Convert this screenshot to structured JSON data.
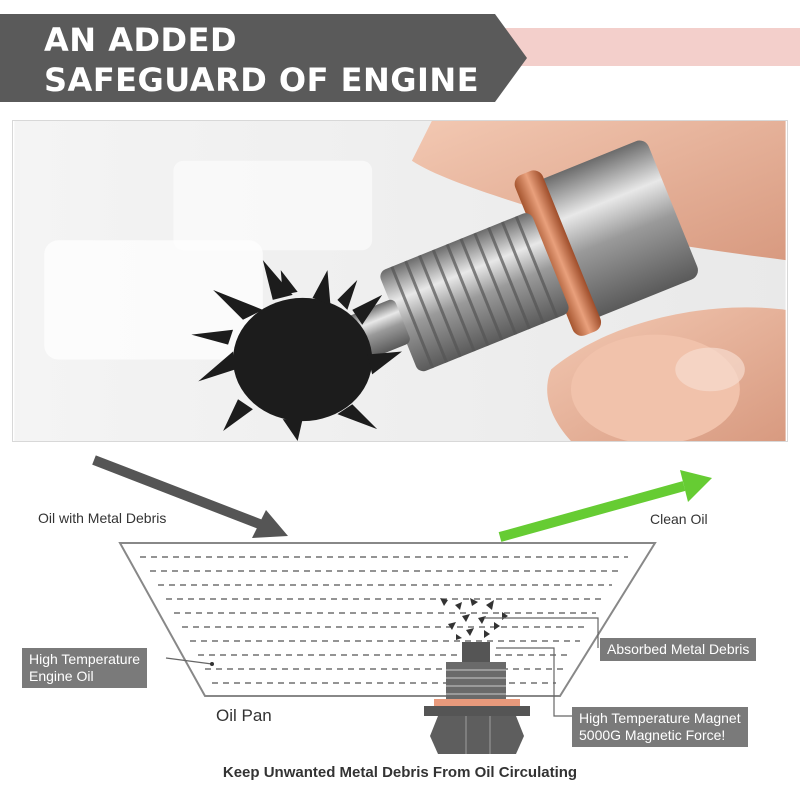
{
  "banner": {
    "title_line1": "AN ADDED",
    "title_line2": "SAFEGUARD OF ENGINE",
    "colors": {
      "dark": "#5a5a5a",
      "pink": "#f3cfcb"
    }
  },
  "photo": {
    "subject": "magnetic-drain-plug-with-metal-debris"
  },
  "diagram": {
    "inflow_label": "Oil with Metal Debris",
    "outflow_label": "Clean Oil",
    "oil_label": "High Temperature\nEngine Oil",
    "pan_label": "Oil Pan",
    "debris_label": "Absorbed Metal Debris",
    "magnet_label": "High Temperature Magnet\n5000G Magnetic Force!",
    "caption": "Keep Unwanted Metal Debris From Oil Circulating",
    "colors": {
      "in_arrow": "#555555",
      "out_arrow": "#66cc33",
      "callout": "#7a7a7a",
      "washer": "#e89a7c"
    }
  }
}
